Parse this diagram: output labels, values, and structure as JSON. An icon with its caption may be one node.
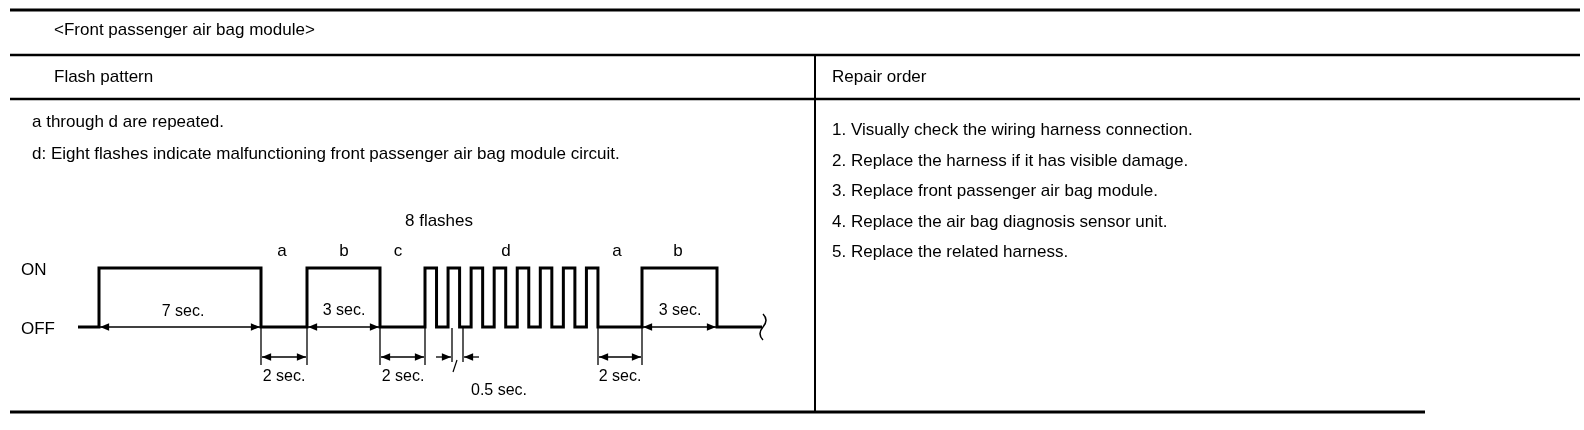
{
  "diagram": {
    "title": "<Front passenger air bag module>",
    "labels": [
      "Flash pattern",
      "Repair order",
      "a through d are repeated.",
      "d: Eight flashes indicate malfunctioning front passenger air bag module circuit.",
      "8 flashes",
      "a",
      "b",
      "c",
      "d",
      "a",
      "b",
      "ON",
      "OFF",
      "7 sec.",
      "3 sec.",
      "3 sec.",
      "2 sec.",
      "2 sec.",
      "0.5 sec.",
      "2 sec.",
      "1. Visually check the wiring harness connection.",
      "2. Replace the harness if it has visible damage.",
      "3. Replace front passenger air bag module.",
      "4. Replace the air bag diagnosis sensor unit.",
      "5. Replace the related harness."
    ]
  }
}
